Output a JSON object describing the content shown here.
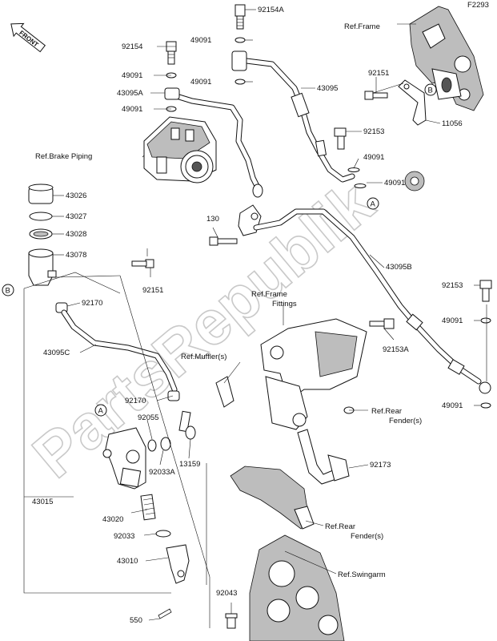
{
  "diagram_code": "F2293",
  "watermark": "PartsRepublik",
  "front_label": "FRONT",
  "refs": {
    "frame": "Ref.Frame",
    "brake_piping": "Ref.Brake Piping",
    "frame_fittings_1": "Ref.Frame",
    "frame_fittings_2": "Fittings",
    "muffler": "Ref.Muffler(s)",
    "rear_fender_a_1": "Ref.Rear",
    "rear_fender_a_2": "Fender(s)",
    "rear_fender_b_1": "Ref.Rear",
    "rear_fender_b_2": "Fender(s)",
    "swingarm": "Ref.Swingarm"
  },
  "markers": {
    "a": "A",
    "b": "B"
  },
  "parts": {
    "p92154A": "92154A",
    "p92154": "92154",
    "p49091_a": "49091",
    "p49091_b": "49091",
    "p43095A": "43095A",
    "p49091_c": "49091",
    "p49091_d": "49091",
    "p43095": "43095",
    "p92151_a": "92151",
    "p11056": "11056",
    "p92153_a": "92153",
    "p49091_e": "49091",
    "p49091_f": "49091",
    "p43026": "43026",
    "p43027": "43027",
    "p43028": "43028",
    "p43078": "43078",
    "p130": "130",
    "p92151_b": "92151",
    "p43095B": "43095B",
    "p92170_a": "92170",
    "p43095C": "43095C",
    "p92153_b": "92153",
    "p49091_g": "49091",
    "p92153A": "92153A",
    "p49091_h": "49091",
    "p92170_b": "92170",
    "p92055": "92055",
    "p92033A": "92033A",
    "p13159": "13159",
    "p92173": "92173",
    "p43015": "43015",
    "p43020": "43020",
    "p92033": "92033",
    "p43010": "43010",
    "p92043": "92043",
    "p550": "550"
  }
}
